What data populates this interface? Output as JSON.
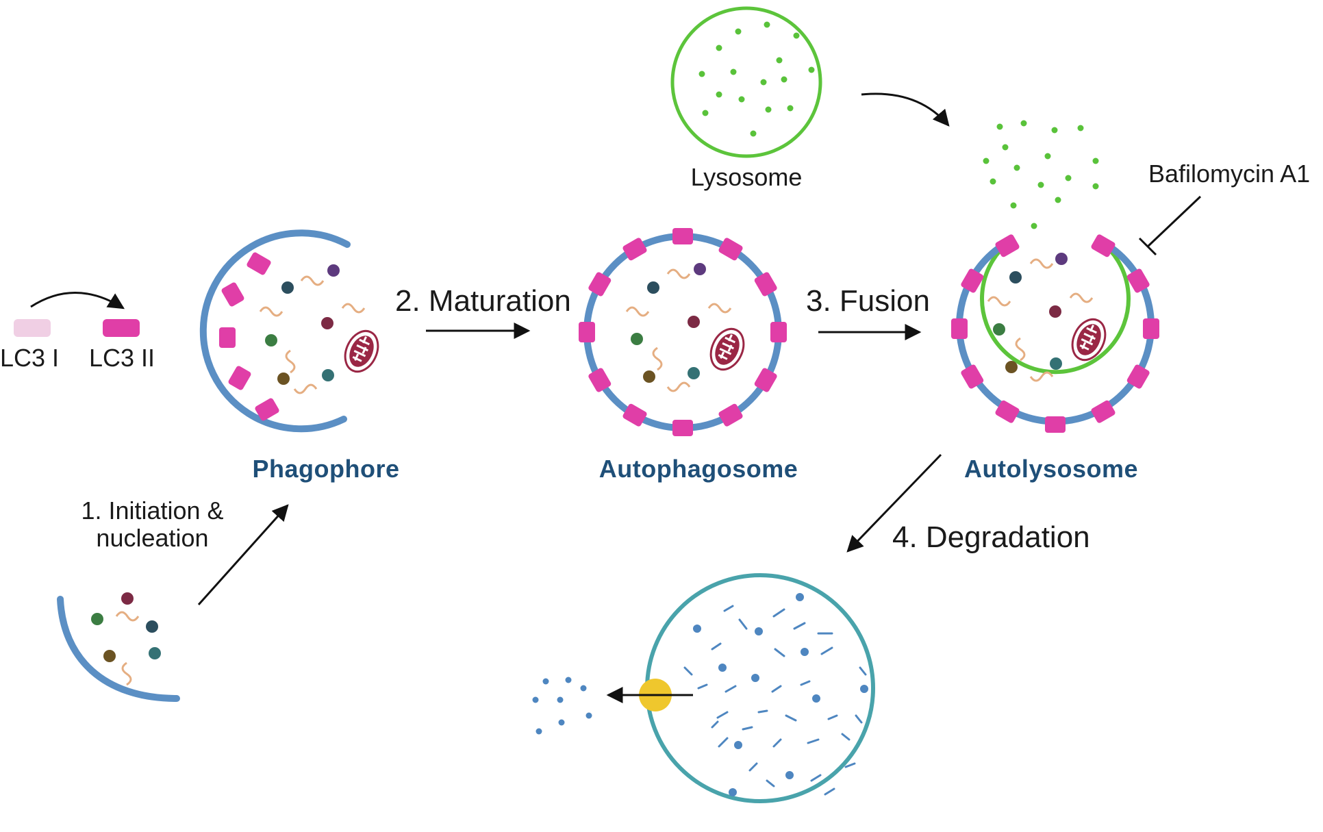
{
  "colors": {
    "membrane": "#5b8fc4",
    "lc3_i": "#f0cfe4",
    "lc3_ii": "#e03ea7",
    "lysosome": "#5cc43b",
    "lysosome_dots": "#59c23a",
    "stage_label": "#1f4f78",
    "degradation_vesicle": "#49a3ab",
    "fragments": "#4e86c0",
    "transporter": "#efc72d",
    "cargo_squiggle": "#e5ae82",
    "mitochondria": "#9a2745",
    "arrow": "#111111"
  },
  "legend": {
    "lc3_i_label": "LC3 I",
    "lc3_ii_label": "LC3 II"
  },
  "stages": {
    "phagophore": "Phagophore",
    "autophagosome": "Autophagosome",
    "autolysosome": "Autolysosome",
    "lysosome": "Lysosome"
  },
  "steps": {
    "initiation_line1": "1. Initiation &",
    "initiation_line2": "nucleation",
    "maturation": "2. Maturation",
    "fusion": "3. Fusion",
    "degradation": "4. Degradation"
  },
  "inhibitor": {
    "label": "Bafilomycin A1"
  },
  "icons": [
    "lc3-i-icon",
    "lc3-ii-icon",
    "phagophore-membrane-icon",
    "autophagosome-membrane-icon",
    "autolysosome-membrane-icon",
    "lysosome-icon",
    "mitochondria-icon",
    "cargo-protein-icon",
    "degradation-vesicle-icon",
    "transporter-icon",
    "fragment-icon"
  ]
}
